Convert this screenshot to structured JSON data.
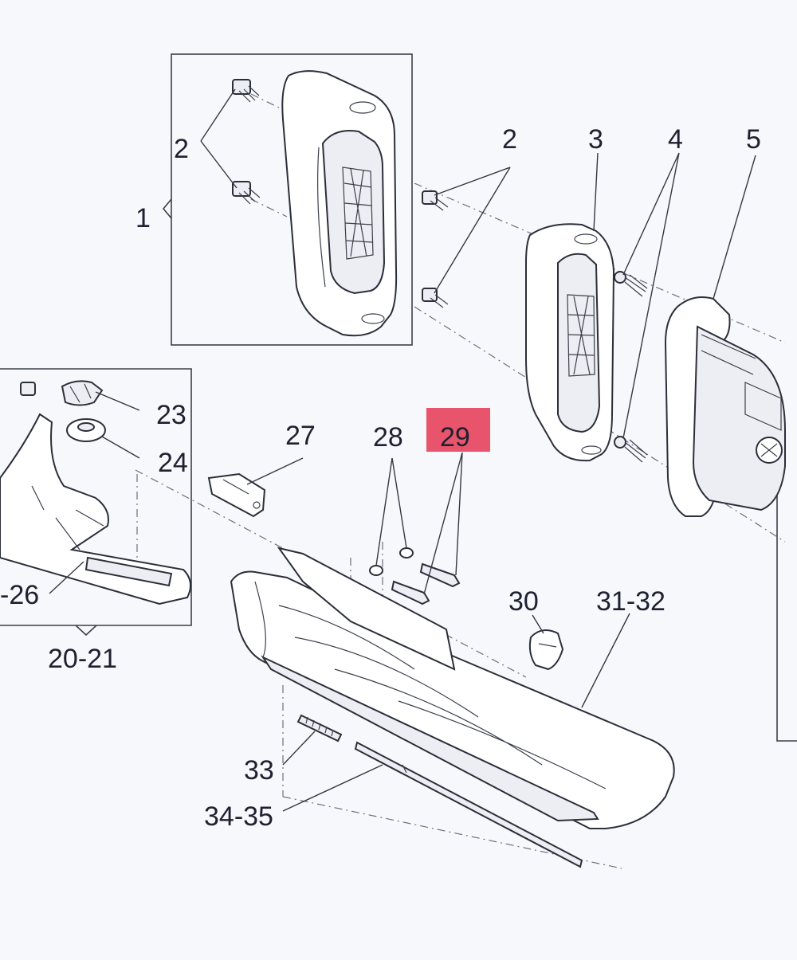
{
  "colors": {
    "highlight": "#e8546b",
    "line": "#2b2f3a",
    "background": "#f7f8fb"
  },
  "labels": {
    "l1": "1",
    "l2a": "2",
    "l2b": "2",
    "l3": "3",
    "l4": "4",
    "l5": "5",
    "l23": "23",
    "l24": "24",
    "l26": "-26",
    "l2021": "20-21",
    "l27": "27",
    "l28": "28",
    "l29": "29",
    "l30": "30",
    "l3132": "31-32",
    "l33": "33",
    "l3435": "34-35"
  },
  "highlighted_label": "29"
}
